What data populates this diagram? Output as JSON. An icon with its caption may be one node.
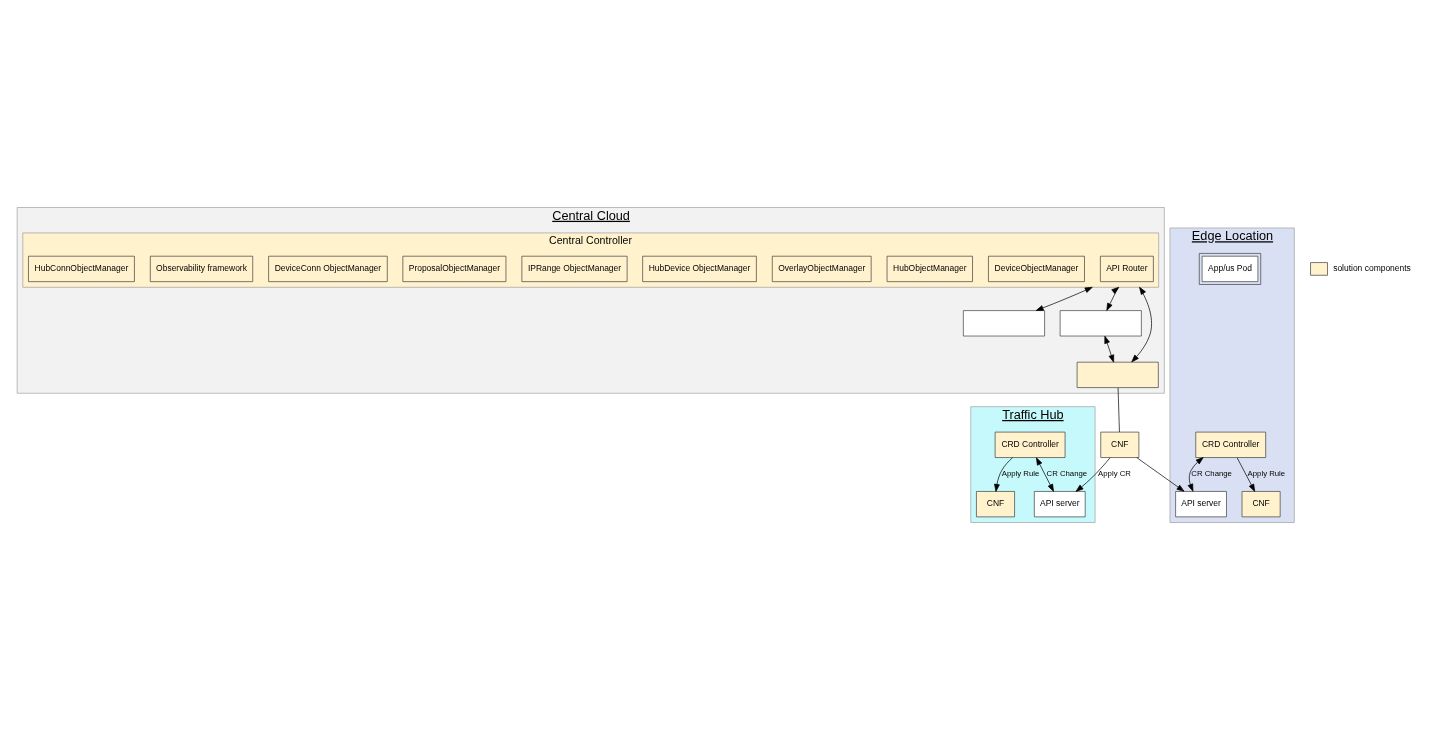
{
  "diagram": {
    "nodes": [
      {
        "text": [
          "Central Cloud"
        ]
      },
      {
        "text": [
          "Central Controller"
        ],
        "in": 0
      },
      {
        "text": [
          "API Router"
        ],
        "in": 1
      },
      {
        "text": [
          "DeviceObjectManager"
        ],
        "in": 1
      },
      {
        "text": [
          "HubObjectManager"
        ],
        "in": 1
      },
      {
        "text": [
          "OverlayObjectManager"
        ],
        "in": 1
      },
      {
        "text": [
          "HubDevice ObjectManager"
        ],
        "in": 1
      },
      {
        "text": [
          "IPRange ObjectManager"
        ],
        "in": 1
      },
      {
        "text": [
          "ProposalObjectManager"
        ],
        "in": 1
      },
      {
        "text": [
          "DeviceConn ObjectManager"
        ],
        "in": 1
      },
      {
        "text": [
          "Observability framework"
        ],
        "in": 1
      },
      {
        "text": [
          "HubConnObjectManager"
        ],
        "in": 1
      },
      {
        "text": [],
        "shape": "box",
        "in": 0
      },
      {
        "text": [],
        "shape": "box",
        "in": 0
      },
      {
        "text": [],
        "shape": "box",
        "in": 0
      },
      {
        "text": [
          "CNF"
        ]
      },
      {
        "text": [
          "Traffic Hub"
        ]
      },
      {
        "text": [
          "CRD Controller"
        ],
        "in": 16
      },
      {
        "text": [
          "CNF"
        ],
        "in": 16
      },
      {
        "text": [
          "API server"
        ],
        "in": 16
      },
      {
        "text": [
          "Edge Location"
        ]
      },
      {
        "text": [
          "App/us Pod"
        ],
        "in": 20
      },
      {
        "text": [
          "CRD Controller"
        ],
        "in": 20
      },
      {
        "text": [
          "CNF"
        ],
        "in": 20
      },
      {
        "text": [
          "API server"
        ],
        "in": 20
      }
    ],
    "edges": [
      {
        "from": 1,
        "to": 12,
        "arrow": "both"
      },
      {
        "from": 1,
        "to": 13,
        "arrow": "both"
      },
      {
        "from": 1,
        "to": 14,
        "arrow": "both"
      },
      {
        "from": 13,
        "to": 14,
        "arrow": "both"
      },
      {
        "from": 14,
        "to": 15,
        "arrow": "none"
      },
      {
        "from": 15,
        "to": 19,
        "arrow": "to",
        "label": "Apply CR"
      },
      {
        "from": 15,
        "to": 24,
        "arrow": "to"
      },
      {
        "from": 17,
        "to": 18,
        "arrow": "to",
        "label": "Apply Rule"
      },
      {
        "from": 17,
        "to": 19,
        "arrow": "both",
        "label": "CR Change"
      },
      {
        "from": 22,
        "to": 23,
        "arrow": "to",
        "label": "Apply Rule"
      },
      {
        "from": 22,
        "to": 24,
        "arrow": "both",
        "label": "CR Change"
      }
    ],
    "legend": [
      {
        "text": "solution components",
        "color": "#fff2cc"
      }
    ]
  }
}
